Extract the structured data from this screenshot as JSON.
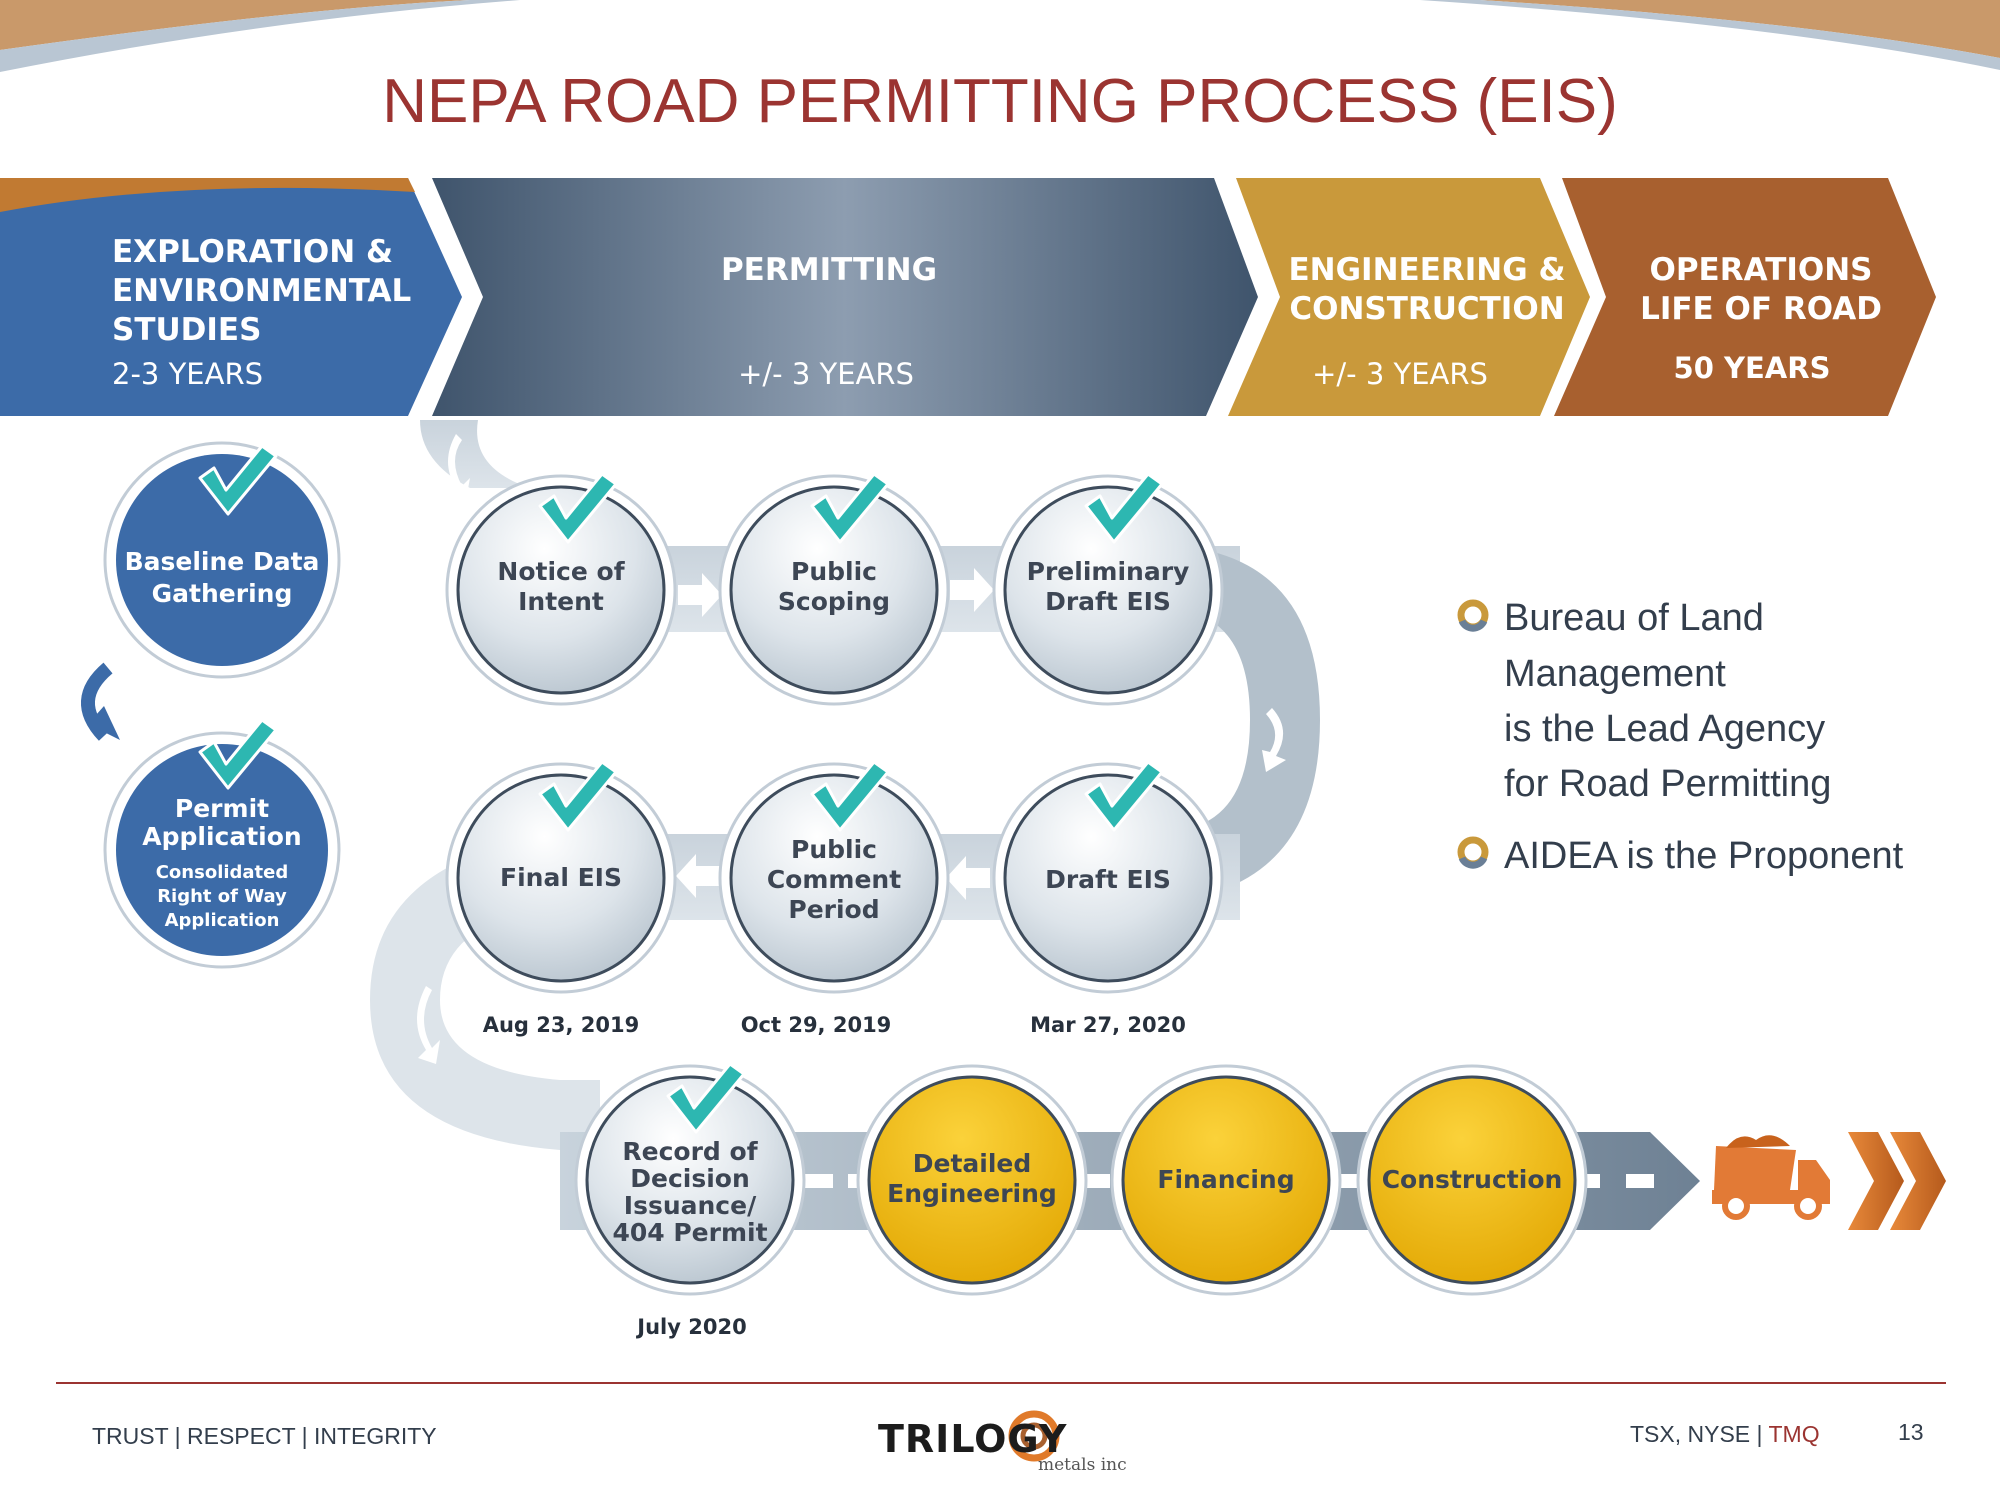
{
  "title": "NEPA ROAD PERMITTING PROCESS (EIS)",
  "phases": [
    {
      "line1": "EXPLORATION &",
      "line2": "ENVIRONMENTAL",
      "line3": "STUDIES",
      "duration": "2-3 YEARS"
    },
    {
      "line1": "PERMITTING",
      "duration": "+/- 3 YEARS"
    },
    {
      "line1": "ENGINEERING &",
      "line2": "CONSTRUCTION",
      "duration": "+/- 3 YEARS"
    },
    {
      "line1": "OPERATIONS",
      "line2": "LIFE OF ROAD",
      "duration": "50 YEARS"
    }
  ],
  "left_steps": {
    "baseline": {
      "line1": "Baseline Data",
      "line2": "Gathering"
    },
    "permit": {
      "line1": "Permit",
      "line2": "Application",
      "sub1": "Consolidated",
      "sub2": "Right of Way",
      "sub3": "Application"
    }
  },
  "steps": {
    "notice": {
      "line1": "Notice of",
      "line2": "Intent"
    },
    "scoping": {
      "line1": "Public",
      "line2": "Scoping"
    },
    "prelim": {
      "line1": "Preliminary",
      "line2": "Draft EIS"
    },
    "final": {
      "line1": "Final EIS"
    },
    "comment": {
      "line1": "Public",
      "line2": "Comment",
      "line3": "Period"
    },
    "draft": {
      "line1": "Draft EIS"
    },
    "rod": {
      "line1": "Record of",
      "line2": "Decision",
      "line3": "Issuance/",
      "line4": "404 Permit"
    },
    "engineering": {
      "line1": "Detailed",
      "line2": "Engineering"
    },
    "financing": {
      "line1": "Financing"
    },
    "construction": {
      "line1": "Construction"
    }
  },
  "dates": {
    "final": "Aug 23, 2019",
    "comment": "Oct 29, 2019",
    "draft": "Mar 27, 2020",
    "rod": "July 2020"
  },
  "bullets": {
    "b1_l1": "Bureau of Land",
    "b1_l2": "Management",
    "b1_l3": "is the Lead Agency",
    "b1_l4": "for Road Permitting",
    "b2": "AIDEA is the Proponent"
  },
  "footer": {
    "left": "TRUST | RESPECT | INTEGRITY",
    "logo_text": "TRILOGY",
    "logo_sub": "metals inc",
    "exchange": "TSX, NYSE | ",
    "ticker": "TMQ",
    "page": "13"
  },
  "colors": {
    "title": "#9b3431",
    "blue": "#3c6ba8",
    "slate": "#4a5d74",
    "gold": "#c9993b",
    "rust": "#a8602f",
    "yellow": "#f2bb00",
    "teal": "#2db7b1"
  }
}
